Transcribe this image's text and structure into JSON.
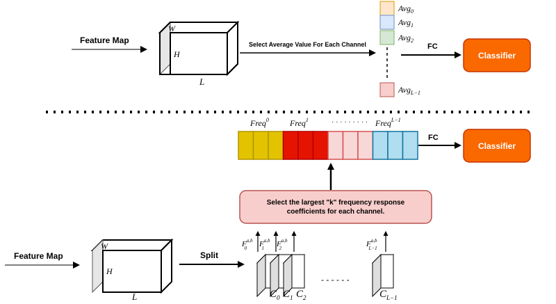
{
  "top": {
    "feature_map_label": "Feature Map",
    "cube_w": "W",
    "cube_h": "H",
    "cube_l": "L",
    "arrow_label": "Select Average Value For Each Channel",
    "avg": [
      {
        "base": "Avg",
        "sub": "0",
        "color": "#ffe6cc",
        "stroke": "#d79b00"
      },
      {
        "base": "Avg",
        "sub": "1",
        "color": "#dae8fc",
        "stroke": "#6c8ebf"
      },
      {
        "base": "Avg",
        "sub": "2",
        "color": "#d5e8d4",
        "stroke": "#82b366"
      },
      {
        "base": "Avg",
        "sub": "L−1",
        "color": "#f8cecc",
        "stroke": "#b85450"
      }
    ],
    "fc_label": "FC",
    "classifier_label": "Classifier"
  },
  "bottom": {
    "freq_labels": [
      {
        "base": "Freq",
        "sup": "0"
      },
      {
        "base": "Freq",
        "sup": "1"
      },
      {
        "base": "Freq",
        "sup": "L−1"
      }
    ],
    "freq_dots": "· · · · · · · · ·",
    "freq_groups": [
      {
        "fill": "#e3c300",
        "stroke": "#b09500"
      },
      {
        "fill": "#e51400",
        "stroke": "#b20000"
      },
      {
        "fill": "#f8d7d7",
        "stroke": "#d65050"
      },
      {
        "fill": "#b1ddf0",
        "stroke": "#10739e"
      }
    ],
    "fc_label": "FC",
    "classifier_label": "Classifier",
    "select_text_line1": "Select the largest \"k\" frequency response",
    "select_text_line2": "coefficients for each channel.",
    "feature_map_label": "Feature Map",
    "cube_w": "W",
    "cube_h": "H",
    "cube_l": "L",
    "split_label": "Split",
    "f_labels": [
      {
        "base": "F",
        "sup": "a,b",
        "sub": "0"
      },
      {
        "base": "F",
        "sup": "a,b",
        "sub": "1"
      },
      {
        "base": "F",
        "sup": "a,b",
        "sub": "2"
      },
      {
        "base": "F",
        "sup": "a,b",
        "sub": "L−1"
      }
    ],
    "c_labels": [
      {
        "base": "C",
        "sub": "0"
      },
      {
        "base": "C",
        "sub": "1"
      },
      {
        "base": "C",
        "sub": "2"
      },
      {
        "base": "C",
        "sub": "L−1"
      }
    ],
    "channel_dots": "- - - - - -"
  },
  "colors": {
    "classifier_fill": "#fa6800",
    "classifier_stroke": "#c73500",
    "select_box_fill": "#f8cecc",
    "select_box_stroke": "#b85450",
    "divider": "#000000"
  }
}
